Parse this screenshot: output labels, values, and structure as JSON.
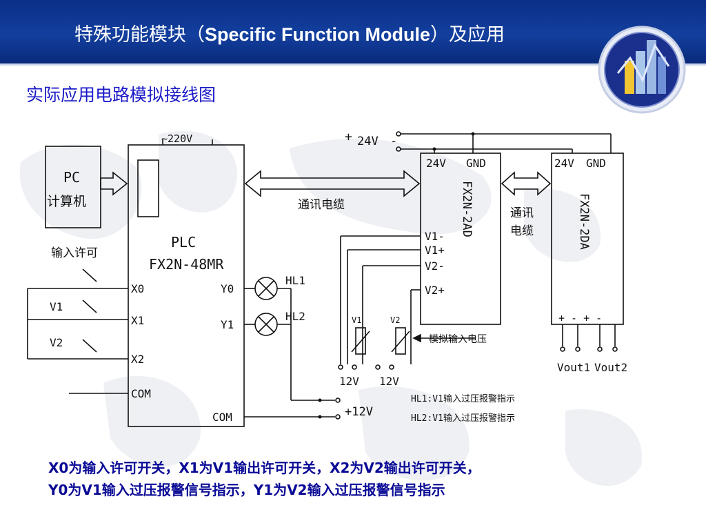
{
  "header": {
    "title_prefix": "特殊功能模块（",
    "title_english": "Specific Function Module",
    "title_suffix": "）及应用"
  },
  "subtitle": "实际应用电路模拟接线图",
  "diagram": {
    "pc_line1": "PC",
    "pc_line2": "计算机",
    "supply_220": "~220V",
    "plc_line1": "PLC",
    "plc_model": "FX2N-48MR",
    "input_enable": "输入许可",
    "v1": "V1",
    "v2": "V2",
    "x0": "X0",
    "x1": "X1",
    "x2": "X2",
    "com": "COM",
    "y0": "Y0",
    "y1": "Y1",
    "com2": "COM",
    "hl1": "HL1",
    "hl2": "HL2",
    "cable1": "通讯电缆",
    "cable2_line1": "通讯",
    "cable2_line2": "电缆",
    "plus": "+",
    "minus": "-",
    "supply_24": "24V",
    "ad_24v": "24V",
    "ad_gnd": "GND",
    "ad_model": "FX2N-2AD",
    "v1_minus": "V1-",
    "v1_plus": "V1+",
    "v2_minus": "V2-",
    "v2_plus": "V2+",
    "da_24v": "24V",
    "da_gnd": "GND",
    "da_model": "FX2N-2DA",
    "pot_v1": "V1",
    "pot_v2": "V2",
    "analog_input": "模拟输入电压",
    "sup12_a": "12V",
    "sup12_b": "12V",
    "sup12_c": "+12V",
    "da_terms": "+ -  + -",
    "vout1": "Vout1",
    "vout2": "Vout2",
    "legend_hl1": "HL1:V1输入过压报警指示",
    "legend_hl2": "HL2:V1输入过压报警指示"
  },
  "description": {
    "line1": "X0为输入许可开关，X1为V1输出许可开关，X2为V2输出许可开关，",
    "line2": "Y0为V1输入过压报警信号指示，Y1为V2输入过压报警信号指示"
  }
}
